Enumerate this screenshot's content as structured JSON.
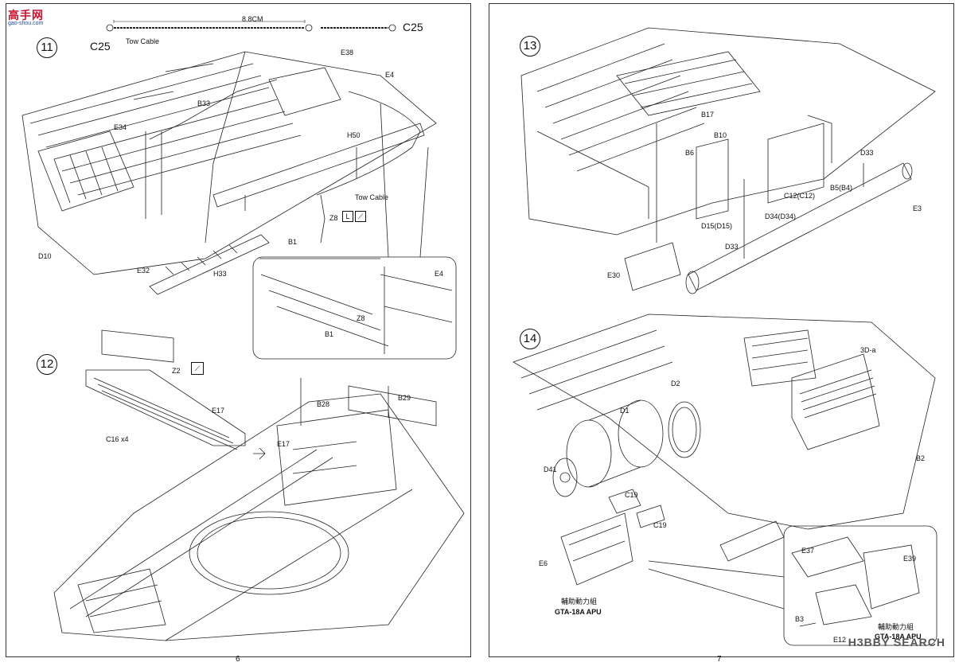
{
  "watermark_top": {
    "brand": "高手网",
    "site": "gao-shou.com"
  },
  "watermark_bottom": "H3BBY SEARCH",
  "page_left": {
    "page_number": "6",
    "step11": {
      "number": "11",
      "cable_length": "8.8CM",
      "labels": {
        "c25_left": "C25",
        "c25_right": "C25",
        "tow_cable_top": "Tow Cable",
        "tow_cable_mid": "Tow Cable",
        "e38": "E38",
        "e4": "E4",
        "b33": "B33",
        "e34": "E34",
        "h50": "H50",
        "z8": "Z8",
        "b1": "B1",
        "d10": "D10",
        "e32": "E32",
        "h33": "H33",
        "inset_e4": "E4",
        "inset_z8": "Z8",
        "inset_b1": "B1"
      }
    },
    "step12": {
      "number": "12",
      "labels": {
        "z2": "Z2",
        "e17_top": "E17",
        "c16": "C16 x4",
        "b28": "B28",
        "b29": "B29",
        "e17_bottom": "E17"
      }
    }
  },
  "page_right": {
    "page_number": "7",
    "step13": {
      "number": "13",
      "labels": {
        "b17": "B17",
        "b10": "B10",
        "b6": "B6",
        "d33_top": "D33",
        "c12": "C12(C12)",
        "b5": "B5(B4)",
        "d34": "D34(D34)",
        "d15": "D15(D15)",
        "d33_bottom": "D33",
        "e3": "E3",
        "e30": "E30"
      }
    },
    "step14": {
      "number": "14",
      "labels": {
        "d2": "D2",
        "d1": "D1",
        "d3a": "3D-a",
        "d41": "D41",
        "c19_a": "C19",
        "c19_b": "C19",
        "b2": "B2",
        "e6": "E6",
        "apu_cn": "輔助動力組",
        "apu_en": "GTA-18A APU",
        "inset_e37": "E37",
        "inset_e39": "E39",
        "inset_b3": "B3",
        "inset_e12": "E12",
        "inset_apu_cn": "輔助動力組",
        "inset_apu_en": "GTA-18A APU"
      }
    }
  }
}
